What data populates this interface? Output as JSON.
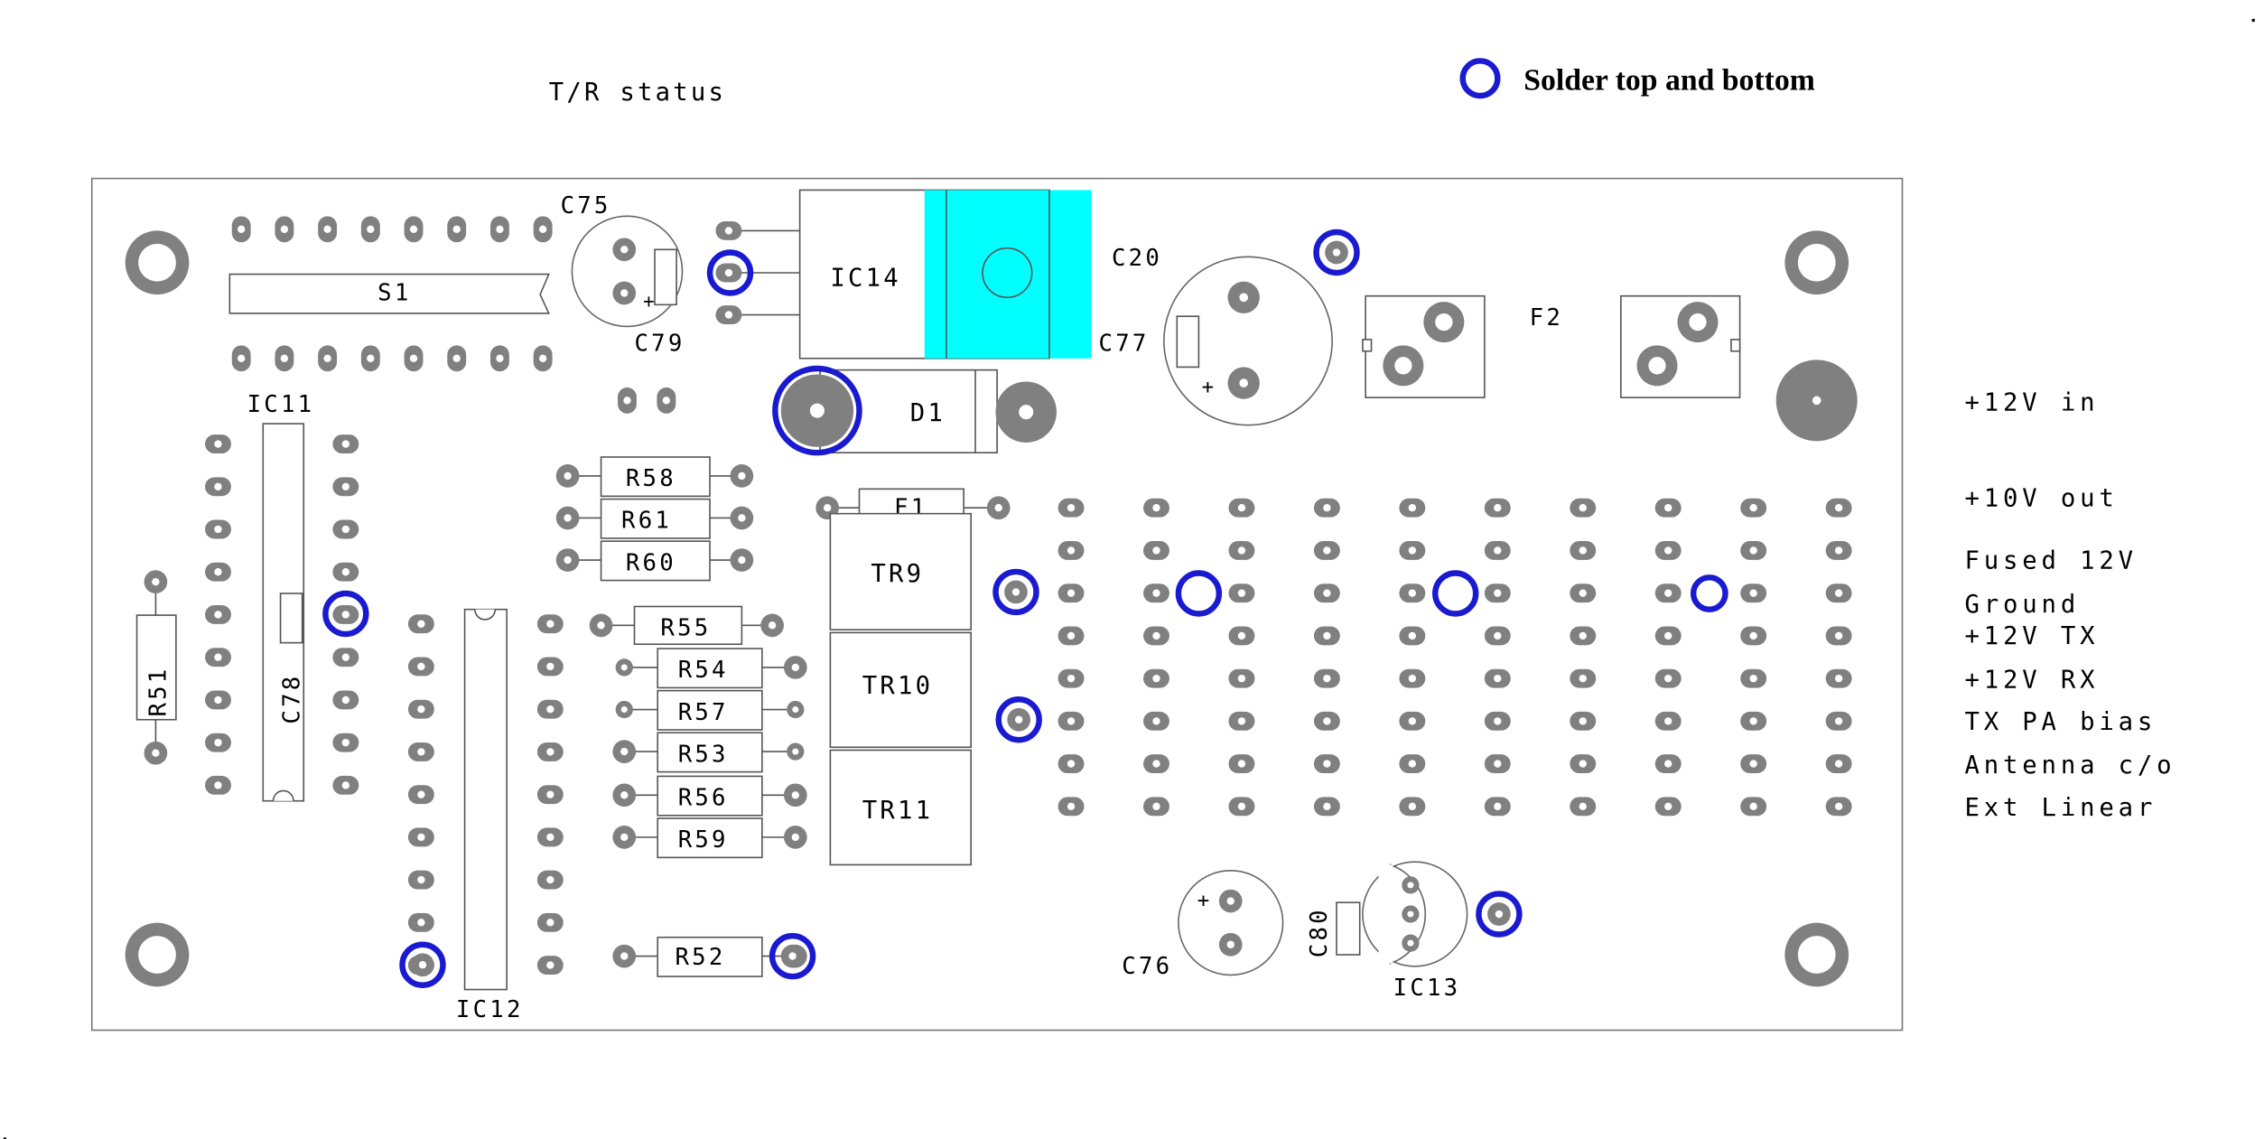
{
  "header": {
    "tr_status": "T/R status",
    "legend_text": "Solder top and bottom"
  },
  "components": {
    "c75": "C75",
    "c79": "C79",
    "s1": "S1",
    "ic11": "IC11",
    "ic14": "IC14",
    "c20": "C20",
    "c77": "C77",
    "f2": "F2",
    "d1": "D1",
    "r58": "R58",
    "r61": "R61",
    "r60": "R60",
    "f1": "F1",
    "tr9": "TR9",
    "tr10": "TR10",
    "tr11": "TR11",
    "r55": "R55",
    "r54": "R54",
    "r57": "R57",
    "r53": "R53",
    "r56": "R56",
    "r59": "R59",
    "r52": "R52",
    "r51": "R51",
    "c78": "C78",
    "ic12": "IC12",
    "c76": "C76",
    "c80": "C80",
    "ic13": "IC13"
  },
  "polarity": {
    "plus": "+"
  },
  "connector_labels": [
    "+12V in",
    "+10V out",
    "Fused 12V",
    "Ground",
    "+12V TX",
    "+12V RX",
    "TX PA bias",
    "Antenna c/o",
    "Ext Linear"
  ],
  "colors": {
    "pad": "#808080",
    "outline": "#555555",
    "via_ring": "#1a1ad0",
    "heatsink": "#00ffff"
  }
}
